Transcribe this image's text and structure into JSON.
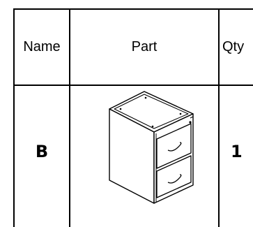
{
  "table": {
    "headers": {
      "name": "Name",
      "part": "Part",
      "qty": "Qty"
    },
    "rows": [
      {
        "name": "B",
        "part_icon": "three-drawer-file-cabinet-icon",
        "qty": "1"
      }
    ]
  }
}
